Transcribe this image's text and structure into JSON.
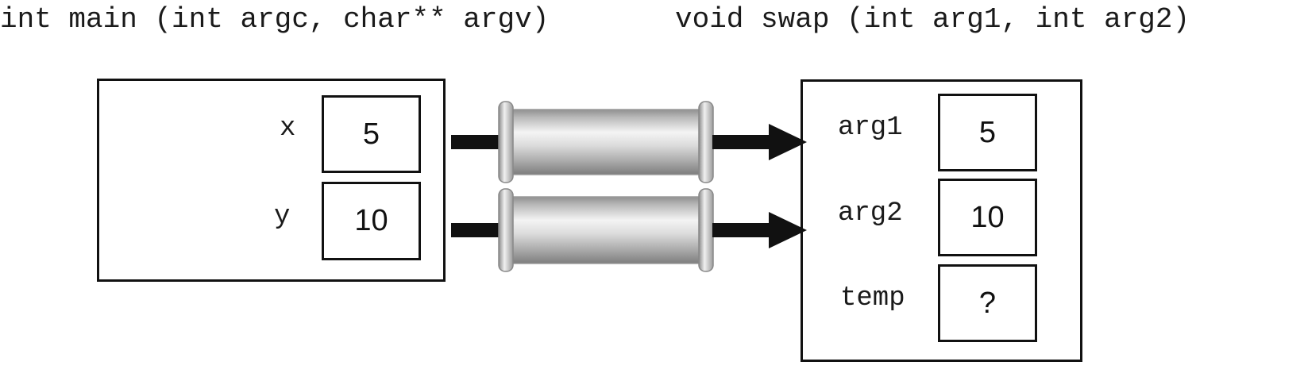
{
  "caller": {
    "signature": "int main (int argc, char** argv)",
    "variables": [
      {
        "name": "x",
        "value": "5"
      },
      {
        "name": "y",
        "value": "10"
      }
    ]
  },
  "callee": {
    "signature": "void swap (int arg1, int arg2)",
    "variables": [
      {
        "name": "arg1",
        "value": "5"
      },
      {
        "name": "arg2",
        "value": "10"
      },
      {
        "name": "temp",
        "value": "?"
      }
    ]
  }
}
